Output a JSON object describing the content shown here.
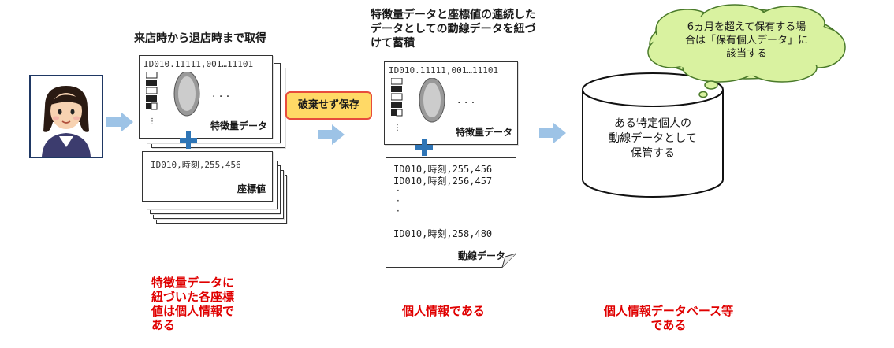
{
  "step1": {
    "title": "来店時から退店時まで取得",
    "feature_card": {
      "id_text": "ID010.11111,001…11101",
      "label": "特徴量データ"
    },
    "coord_card": {
      "row": "ID010,時刻,255,456",
      "label": "座標値"
    }
  },
  "save_button": {
    "label": "破棄せず保存"
  },
  "step2": {
    "title_lines": [
      "特徴量データと座標値の連続した",
      "データとしての動線データを紐づ",
      "けて蓄積"
    ],
    "feature_card": {
      "id_text": "ID010.11111,001…11101",
      "label": "特徴量データ"
    },
    "flow_card": {
      "rows": [
        "ID010,時刻,255,456",
        "ID010,時刻,256,457",
        "ID010,時刻,258,480"
      ],
      "label": "動線データ"
    }
  },
  "step3": {
    "cylinder_lines": [
      "ある特定個人の",
      "動線データとして",
      "保管する"
    ],
    "cloud_lines": [
      "6ヵ月を超えて保有する場",
      "合は「保有個人データ」に",
      "該当する"
    ]
  },
  "notes": {
    "left": [
      "特徴量データに",
      "紐づいた各座標",
      "値は個人情報で",
      "ある"
    ],
    "middle": "個人情報である",
    "right": [
      "個人情報データベース等",
      "である"
    ]
  },
  "colors": {
    "arrow": "#9dc3e6",
    "plus": "#2e75b6",
    "note_red": "#e00000",
    "button_fill": "#ffd966",
    "button_border": "#e74c3c",
    "cloud_fill": "#d9f2a0"
  }
}
